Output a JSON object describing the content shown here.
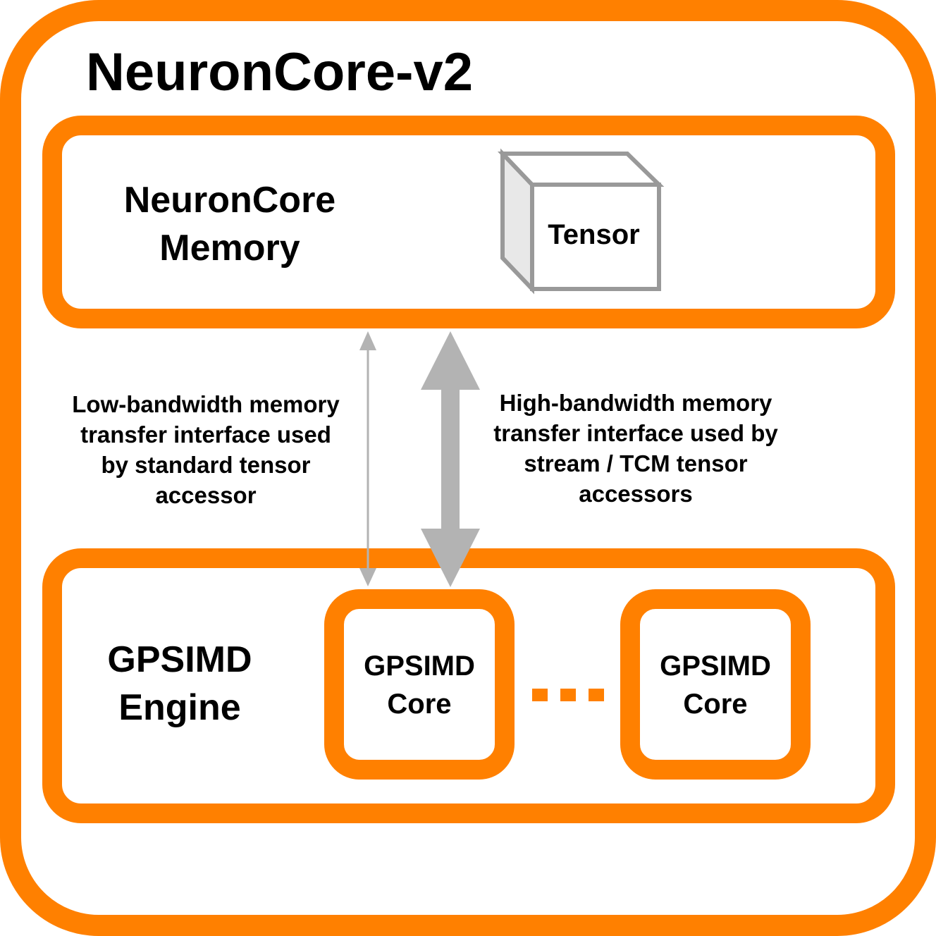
{
  "title": "NeuronCore-v2",
  "memory": {
    "label_line1": "NeuronCore",
    "label_line2": "Memory",
    "tensor_label": "Tensor"
  },
  "engine": {
    "label_line1": "GPSIMD",
    "label_line2": "Engine",
    "cores": [
      {
        "line1": "GPSIMD",
        "line2": "Core"
      },
      {
        "line1": "GPSIMD",
        "line2": "Core"
      }
    ]
  },
  "interfaces": {
    "low": {
      "line1": "Low-bandwidth memory",
      "line2": "transfer interface used",
      "line3": "by standard tensor",
      "line4": "accessor"
    },
    "high": {
      "line1": "High-bandwidth memory",
      "line2": "transfer interface used by",
      "line3": "stream / TCM tensor",
      "line4": "accessors"
    }
  },
  "colors": {
    "accent": "#FF8000",
    "arrow": "#B3B3B3",
    "tensor_stroke": "#999999",
    "tensor_face": "#E8E8E8"
  }
}
